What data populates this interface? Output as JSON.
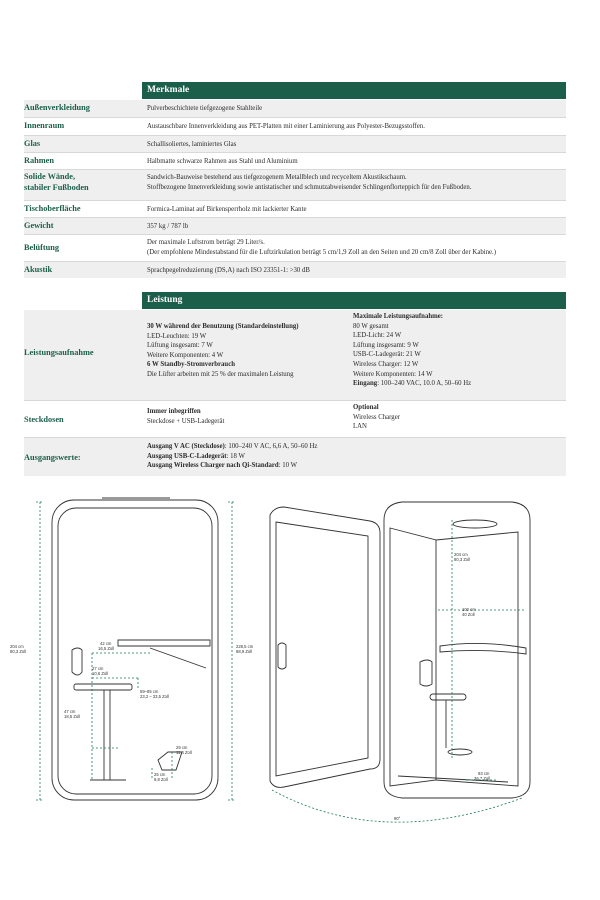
{
  "features": {
    "heading": "Merkmale",
    "rows": [
      {
        "label": "Außenverkleidung",
        "value": "Pulverbeschichtete tiefgezogene Stahlteile"
      },
      {
        "label": "Innenraum",
        "value": "Austauschbare Innenverkleidung aus PET-Platten mit einer Laminierung aus Polyester-Bezugsstoffen."
      },
      {
        "label": "Glas",
        "value": "Schallisoliertes, laminiertes Glas"
      },
      {
        "label": "Rahmen",
        "value": "Halbmatte schwarze Rahmen aus Stahl und Aluminium"
      },
      {
        "label": "Solide Wände,",
        "label2": "stabiler Fußboden",
        "value": "Sandwich-Bauweise bestehend aus tiefgezogenem Metallblech und recyceltem Akustikschaum.",
        "value2": "Stoffbezogene Innenverkleidung sowie antistatischer und schmutzabweisender Schlingenflorteppich für den Fußboden."
      },
      {
        "label": "Tischoberfläche",
        "value": "Formica-Laminat auf Birkensperrholz mit lackierter Kante"
      },
      {
        "label": "Gewicht",
        "value": "357 kg / 787 lb"
      },
      {
        "label": "Belüftung",
        "value": "Der maximale Luftstrom beträgt 29 Liter/s.",
        "value2": "(Der empfohlene Mindestabstand für die Luftzirkulation beträgt 5 cm/1,9 Zoll an den Seiten und 20 cm/8 Zoll über der Kabine.)"
      },
      {
        "label": "Akustik",
        "value": "Sprachpegelreduzierung (DS,A) nach ISO 23351-1: >30 dB"
      }
    ]
  },
  "performance": {
    "heading": "Leistung",
    "power": {
      "label": "Leistungsaufnahme",
      "left": [
        {
          "text": "30 W während der Benutzung (Standardeinstellung)",
          "bold": true
        },
        {
          "text": "LED-Leuchten: 19 W"
        },
        {
          "text": "Lüftung insgesamt: 7 W"
        },
        {
          "text": "Weitere Komponenten: 4 W"
        },
        {
          "text": "6 W Standby-Stromverbrauch",
          "bold": true
        },
        {
          "text": "Die Lüfter arbeiten mit 25 % der maximalen Leistung"
        }
      ],
      "right": [
        {
          "text": "Maximale Leistungsaufnahme:",
          "bold": true
        },
        {
          "text": "80 W gesamt"
        },
        {
          "text": "LED-Licht: 24 W"
        },
        {
          "text": "Lüftung insgesamt: 9 W"
        },
        {
          "text": "USB-C-Ladegerät: 21 W"
        },
        {
          "text": "Wireless Charger: 12 W"
        },
        {
          "text": "Weitere Komponenten: 14 W"
        },
        {
          "text_bold": "Eingang",
          "text": ": 100–240 VAC, 10.0 A, 50–60 Hz"
        }
      ]
    },
    "sockets": {
      "label": "Steckdosen",
      "left": [
        {
          "text": "Immer inbegriffen",
          "bold": true
        },
        {
          "text": "Steckdose + USB-Ladegerät"
        }
      ],
      "right": [
        {
          "text": "Optional",
          "bold": true
        },
        {
          "text": "Wireless Charger"
        },
        {
          "text": "LAN"
        }
      ]
    },
    "output": {
      "label": "Ausgangswerte:",
      "lines": [
        {
          "bold": "Ausgang V AC (Steckdose)",
          "rest": ": 100–240 V AC, 6,6 A, 50–60 Hz"
        },
        {
          "bold": "Ausgang USB-C-Ladegerät",
          "rest": ": 18 W"
        },
        {
          "bold": "Ausgang Wireless Charger nach Qi-Standard",
          "rest": ": 10 W"
        }
      ]
    }
  },
  "diagram": {
    "dims": {
      "h_left_cm": "204 cm",
      "h_left_in": "80,3 Zoll",
      "h_right_cm": "228,5 cm",
      "h_right_in": "88,9 Zoll",
      "table_w_cm": "42 cm",
      "table_w_in": "16,5 Zoll",
      "seat_d_cm": "27 cm",
      "seat_d_in": "10,6 Zoll",
      "seat_h_cm": "59–85 cm",
      "seat_h_in": "23,2 – 33,5 Zoll",
      "table_h_cm": "47 cm",
      "table_h_in": "18,5 Zoll",
      "step_cm": "29 cm",
      "step_in": "11,4 Zoll",
      "foot_cm": "25 cm",
      "foot_in": "9,8 Zoll",
      "inner_h_cm": "204 cm",
      "inner_h_in": "80,3 Zoll",
      "inner_w_cm": "102 cm",
      "inner_w_in": "40 Zoll",
      "depth_cm": "93 cm",
      "depth_in": "36,7 Zoll",
      "angle": "90°"
    }
  }
}
